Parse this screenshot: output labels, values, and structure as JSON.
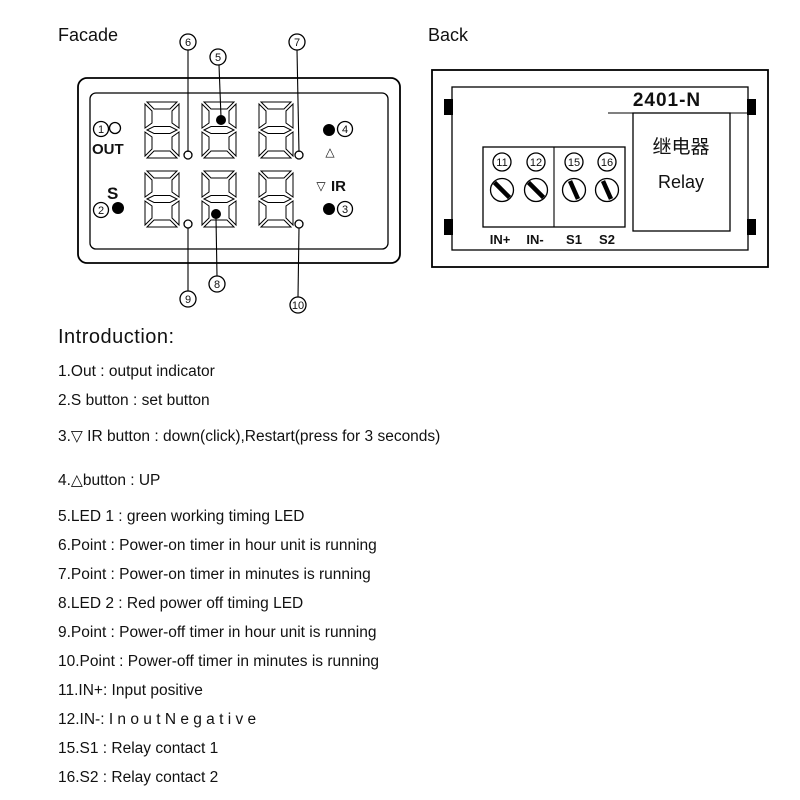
{
  "facade": {
    "title": "Facade",
    "out_label": "OUT",
    "s_label": "S",
    "ir_label": "IR",
    "up_symbol": "△",
    "down_symbol": "▽",
    "callout_1": "1",
    "callout_2": "2",
    "callout_3": "3",
    "callout_4": "4",
    "callout_5": "5",
    "callout_6": "6",
    "callout_7": "7",
    "callout_8": "8",
    "callout_9": "9",
    "callout_10": "10"
  },
  "back": {
    "title": "Back",
    "model": "2401-N",
    "relay_label_cn": "继电器",
    "relay_label_en": "Relay",
    "terminal_11": "11",
    "terminal_12": "12",
    "terminal_15": "15",
    "terminal_16": "16",
    "pin_labels": [
      "IN+",
      "IN-",
      "S1",
      "S2"
    ]
  },
  "introduction": {
    "heading": "Introduction:",
    "items": [
      "1.Out :  output indicator",
      "2.S button : set button",
      "3.▽ IR button : down(click),Restart(press for 3 seconds)",
      "4.△button : UP",
      "5.LED 1 : green working timing LED",
      "6.Point : Power-on timer in hour unit is running",
      "7.Point : Power-on timer in minutes is running",
      "8.LED 2 : Red power off timing LED",
      "9.Point : Power-off timer in hour unit is running",
      "10.Point : Power-off timer in minutes is running",
      "11.IN+: Input positive",
      "12.IN-: I n o u t   N e g a t i v e",
      "15.S1 : Relay contact 1",
      "16.S2 : Relay contact 2"
    ]
  }
}
